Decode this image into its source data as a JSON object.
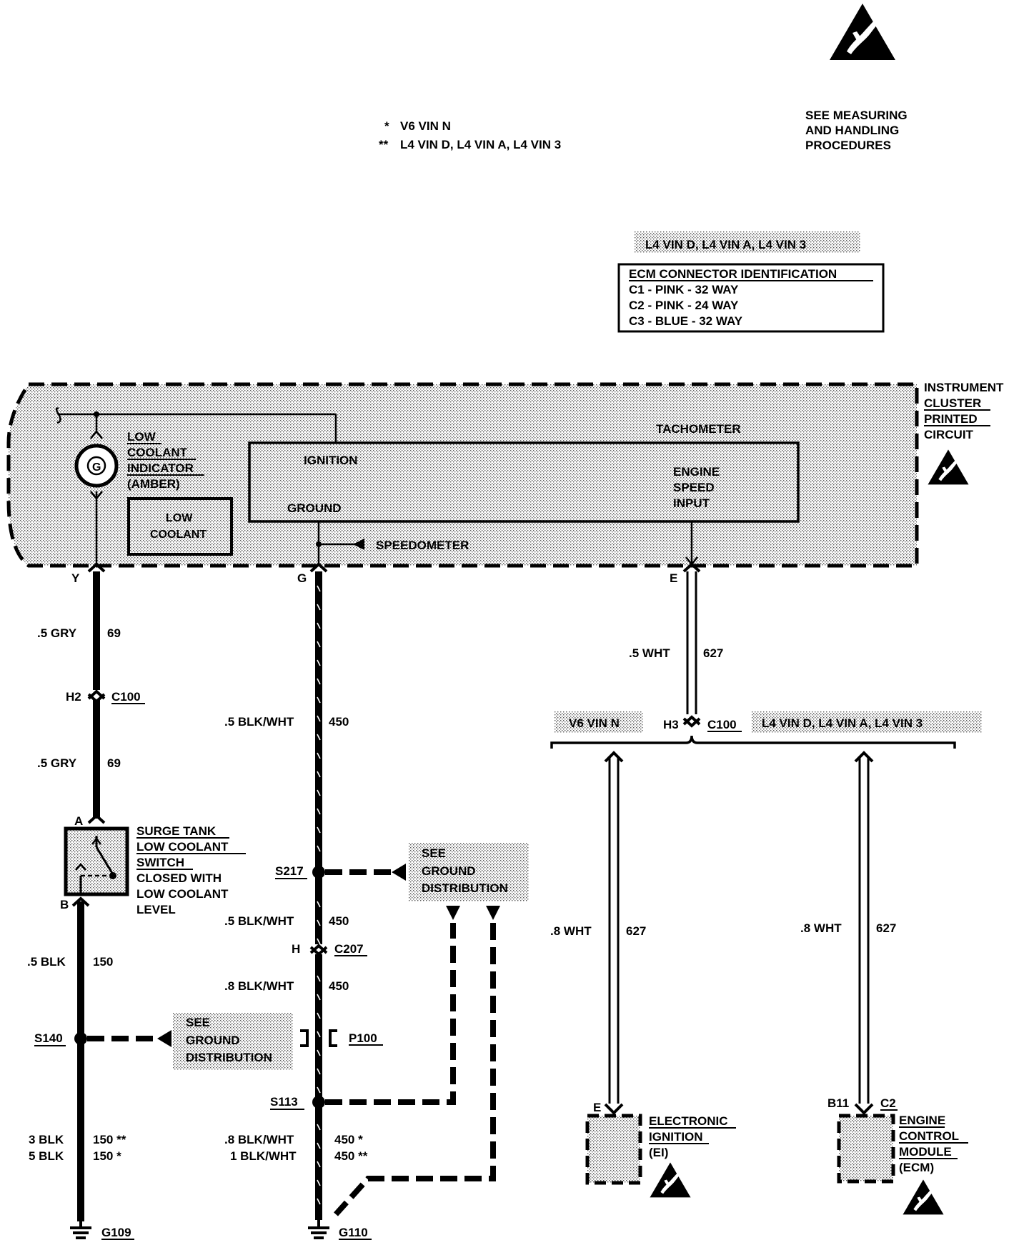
{
  "notes": {
    "v6": "V6 VIN N",
    "v6_mark": "*",
    "l4": "L4 VIN D, L4 VIN A, L4 VIN 3",
    "l4_mark": "**"
  },
  "esd_notice": [
    "SEE MEASURING",
    "AND HANDLING",
    "PROCEDURES"
  ],
  "ecm_header": "L4 VIN D, L4 VIN A, L4 VIN 3",
  "ecm_table": {
    "title": "ECM CONNECTOR IDENTIFICATION",
    "rows": [
      "C1 - PINK - 32 WAY",
      "C2 - PINK - 24 WAY",
      "C3 - BLUE - 32 WAY"
    ]
  },
  "cluster": {
    "name": [
      "INSTRUMENT",
      "CLUSTER",
      "PRINTED",
      "CIRCUIT"
    ],
    "indicator": [
      "LOW",
      "COOLANT",
      "INDICATOR",
      "(AMBER)"
    ],
    "lamp": "G",
    "display": [
      "LOW",
      "COOLANT"
    ],
    "tachometer": "TACHOMETER",
    "ignition": "IGNITION",
    "ground": "GROUND",
    "engine_speed": [
      "ENGINE",
      "SPEED",
      "INPUT"
    ],
    "speedometer": "SPEEDOMETER"
  },
  "pins": {
    "y": "Y",
    "g": "G",
    "e": "E"
  },
  "left": {
    "wire1": ".5 GRY",
    "circuit1": "69",
    "h2": "H2",
    "c100": "C100",
    "wire2": ".5 GRY",
    "circuit2": "69",
    "pin_a": "A",
    "pin_b": "B",
    "switch": [
      "SURGE TANK",
      "LOW COOLANT",
      "SWITCH",
      "CLOSED WITH",
      "LOW COOLANT",
      "LEVEL"
    ],
    "wire3": ".5 BLK",
    "circuit3": "150",
    "s140": "S140",
    "gd": [
      "SEE",
      "GROUND",
      "DISTRIBUTION"
    ],
    "wire4a": "3 BLK",
    "circuit4a": "150 **",
    "wire4b": "5 BLK",
    "circuit4b": "150 *",
    "g109": "G109"
  },
  "middle": {
    "wire1": ".5 BLK/WHT",
    "circuit1": "450",
    "s217": "S217",
    "gd": [
      "SEE",
      "GROUND",
      "DISTRIBUTION"
    ],
    "wire2": ".5 BLK/WHT",
    "circuit2": "450",
    "h": "H",
    "c207": "C207",
    "wire3": ".8 BLK/WHT",
    "circuit3": "450",
    "p100": "P100",
    "s113": "S113",
    "wire4a": ".8 BLK/WHT",
    "circuit4a": "450 *",
    "wire4b": "1 BLK/WHT",
    "circuit4b": "450 **",
    "g110": "G110"
  },
  "right": {
    "wire1": ".5 WHT",
    "circuit1": "627",
    "v6": "V6 VIN N",
    "h3": "H3",
    "c100": "C100",
    "l4": "L4 VIN D, L4 VIN  A, L4 VIN 3",
    "wire_ei": ".8 WHT",
    "circuit_ei": "627",
    "wire_ecm": ".8 WHT",
    "circuit_ecm": "627",
    "ei_pin": "E",
    "ei_name": [
      "ELECTRONIC",
      "IGNITION",
      "(EI)"
    ],
    "ecm_pin": "B11",
    "ecm_conn": "C2",
    "ecm_name": [
      "ENGINE",
      "CONTROL",
      "MODULE",
      "(ECM)"
    ]
  }
}
